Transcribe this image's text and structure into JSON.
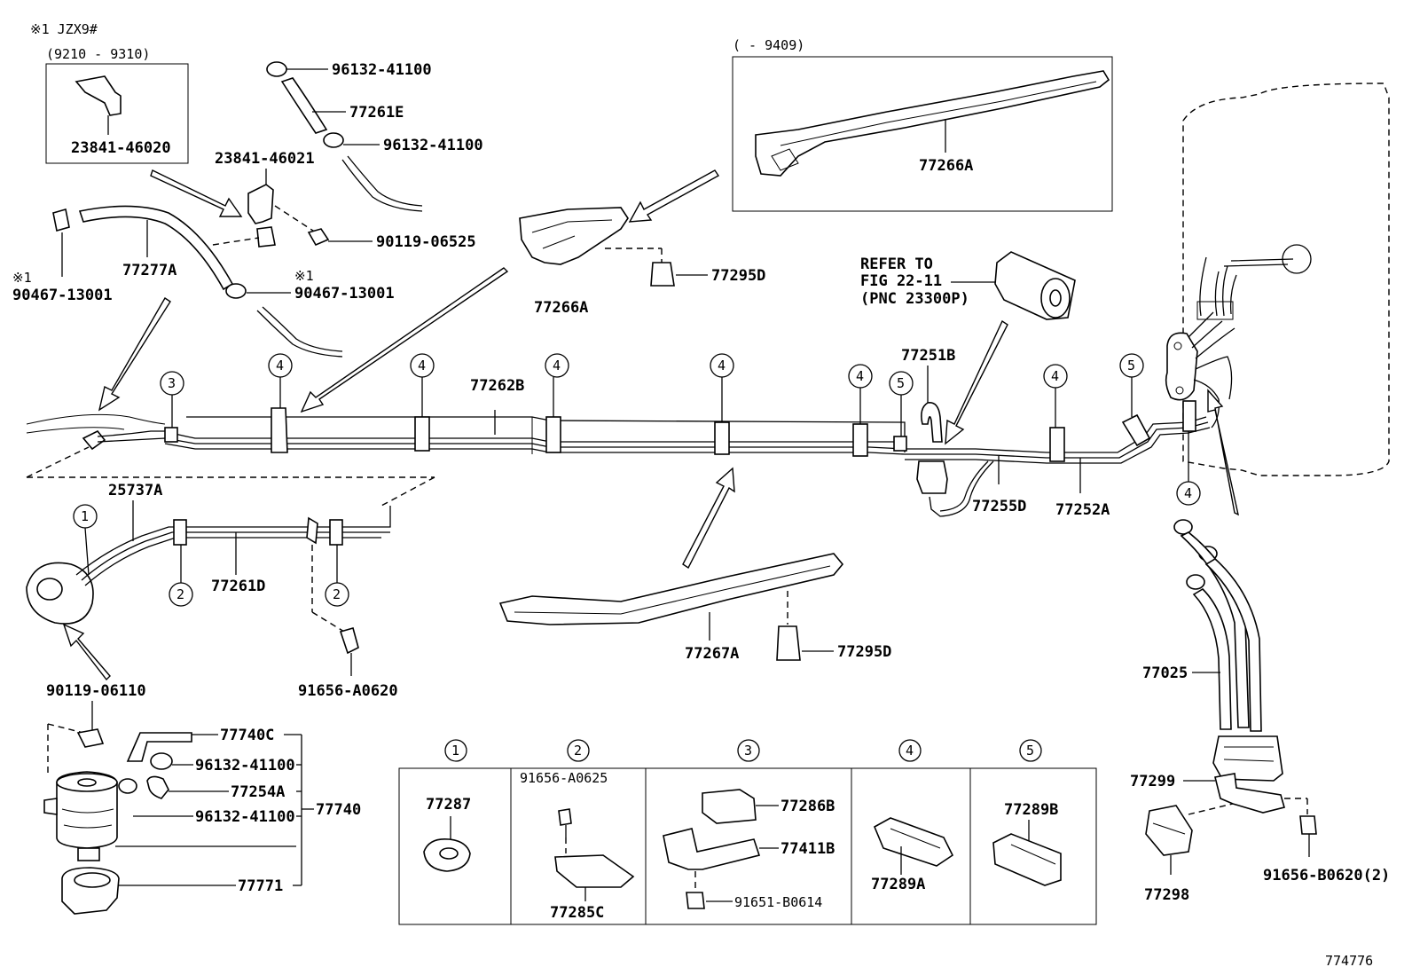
{
  "header": {
    "note": "※1 JZX9#",
    "inset_left_range": "(9210 - 9310)",
    "inset_right_range": "(    - 9409)",
    "refer_line1": "REFER TO",
    "refer_line2": "FIG 22-11",
    "refer_line3": "(PNC 23300P)",
    "mark1a": "※1",
    "mark1b": "※1",
    "diagram_id": "774776"
  },
  "parts": {
    "p23841_46020": "23841-46020",
    "p96132_41100_a": "96132-41100",
    "p77261E": "77261E",
    "p96132_41100_b": "96132-41100",
    "p23841_46021": "23841-46021",
    "p90119_06525": "90119-06525",
    "p77277A": "77277A",
    "p90467_13001_a": "90467-13001",
    "p90467_13001_b": "90467-13001",
    "p77266A_a": "77266A",
    "p77266A_b": "77266A",
    "p77295D_a": "77295D",
    "p77262B": "77262B",
    "p77251B": "77251B",
    "p77255D": "77255D",
    "p77252A": "77252A",
    "p25737A": "25737A",
    "p77261D": "77261D",
    "p90119_06110": "90119-06110",
    "p91656_A0620": "91656-A0620",
    "p77267A": "77267A",
    "p77295D_b": "77295D",
    "p77025": "77025",
    "p77299": "77299",
    "p77298": "77298",
    "p91656_B0620": "91656-B0620(2)",
    "p77740C": "77740C",
    "p96132_41100_c": "96132-41100",
    "p77254A": "77254A",
    "p96132_41100_d": "96132-41100",
    "p77740": "77740",
    "p77771": "77771"
  },
  "callouts": [
    "1",
    "2",
    "3",
    "4",
    "5"
  ],
  "legend": [
    {
      "num": "1",
      "parts": [
        "77287"
      ]
    },
    {
      "num": "2",
      "parts": [
        "91656-A0625",
        "77285C"
      ]
    },
    {
      "num": "3",
      "parts": [
        "77286B",
        "77411B",
        "91651-B0614"
      ]
    },
    {
      "num": "4",
      "parts": [
        "77289A"
      ]
    },
    {
      "num": "5",
      "parts": [
        "77289B"
      ]
    }
  ]
}
